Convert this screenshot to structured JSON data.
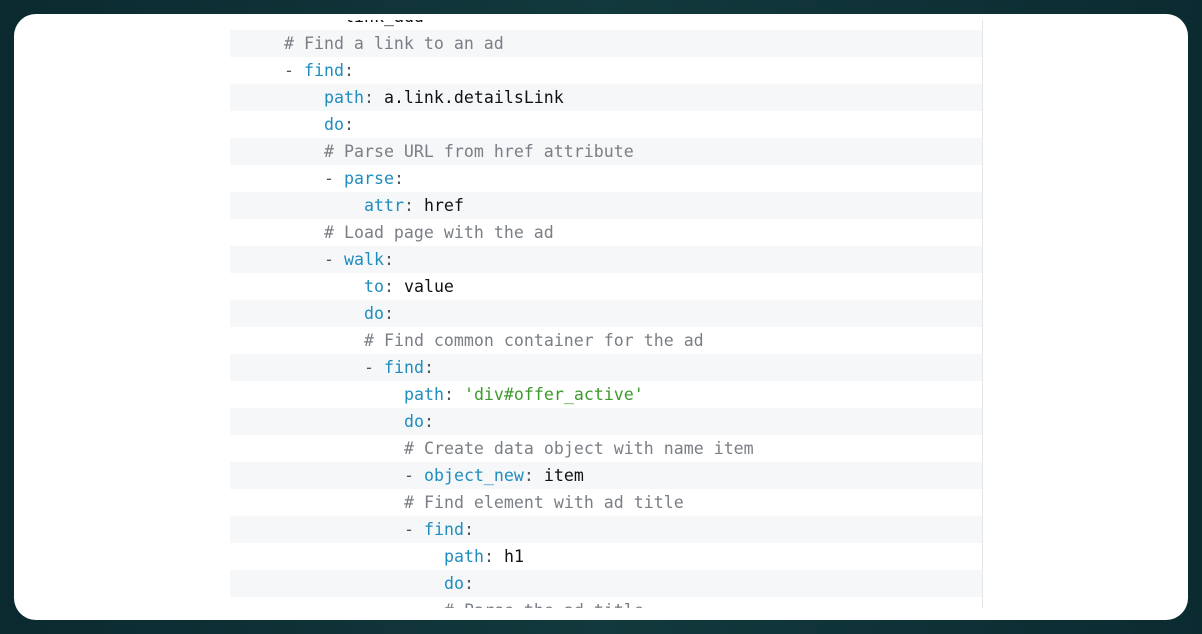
{
  "colors": {
    "key": "#1f8dbd",
    "comment": "#7a7f85",
    "string": "#3c9a2c",
    "value": "#111111",
    "background": "#0b2a30"
  },
  "code_lines": [
    {
      "indent": 6,
      "tokens": [
        [
          "val",
          "link_add"
        ]
      ]
    },
    {
      "indent": 0,
      "tokens": [
        [
          "comment",
          "# Find a link to an ad"
        ]
      ]
    },
    {
      "indent": 0,
      "tokens": [
        [
          "punct",
          "- "
        ],
        [
          "key",
          "find"
        ],
        [
          "punct",
          ":"
        ]
      ]
    },
    {
      "indent": 4,
      "tokens": [
        [
          "key",
          "path"
        ],
        [
          "punct",
          ": "
        ],
        [
          "val",
          "a.link.detailsLink"
        ]
      ]
    },
    {
      "indent": 4,
      "tokens": [
        [
          "key",
          "do"
        ],
        [
          "punct",
          ":"
        ]
      ]
    },
    {
      "indent": 4,
      "tokens": [
        [
          "comment",
          "# Parse URL from href attribute"
        ]
      ]
    },
    {
      "indent": 4,
      "tokens": [
        [
          "punct",
          "- "
        ],
        [
          "key",
          "parse"
        ],
        [
          "punct",
          ":"
        ]
      ]
    },
    {
      "indent": 8,
      "tokens": [
        [
          "key",
          "attr"
        ],
        [
          "punct",
          ": "
        ],
        [
          "val",
          "href"
        ]
      ]
    },
    {
      "indent": 4,
      "tokens": [
        [
          "comment",
          "# Load page with the ad"
        ]
      ]
    },
    {
      "indent": 4,
      "tokens": [
        [
          "punct",
          "- "
        ],
        [
          "key",
          "walk"
        ],
        [
          "punct",
          ":"
        ]
      ]
    },
    {
      "indent": 8,
      "tokens": [
        [
          "key",
          "to"
        ],
        [
          "punct",
          ": "
        ],
        [
          "val",
          "value"
        ]
      ]
    },
    {
      "indent": 8,
      "tokens": [
        [
          "key",
          "do"
        ],
        [
          "punct",
          ":"
        ]
      ]
    },
    {
      "indent": 8,
      "tokens": [
        [
          "comment",
          "# Find common container for the ad"
        ]
      ]
    },
    {
      "indent": 8,
      "tokens": [
        [
          "punct",
          "- "
        ],
        [
          "key",
          "find"
        ],
        [
          "punct",
          ":"
        ]
      ]
    },
    {
      "indent": 12,
      "tokens": [
        [
          "key",
          "path"
        ],
        [
          "punct",
          ": "
        ],
        [
          "str",
          "'div#offer_active'"
        ]
      ]
    },
    {
      "indent": 12,
      "tokens": [
        [
          "key",
          "do"
        ],
        [
          "punct",
          ":"
        ]
      ]
    },
    {
      "indent": 12,
      "tokens": [
        [
          "comment",
          "# Create data object with name item"
        ]
      ]
    },
    {
      "indent": 12,
      "tokens": [
        [
          "punct",
          "- "
        ],
        [
          "key",
          "object_new"
        ],
        [
          "punct",
          ": "
        ],
        [
          "val",
          "item"
        ]
      ]
    },
    {
      "indent": 12,
      "tokens": [
        [
          "comment",
          "# Find element with ad title"
        ]
      ]
    },
    {
      "indent": 12,
      "tokens": [
        [
          "punct",
          "- "
        ],
        [
          "key",
          "find"
        ],
        [
          "punct",
          ":"
        ]
      ]
    },
    {
      "indent": 16,
      "tokens": [
        [
          "key",
          "path"
        ],
        [
          "punct",
          ": "
        ],
        [
          "val",
          "h1"
        ]
      ]
    },
    {
      "indent": 16,
      "tokens": [
        [
          "key",
          "do"
        ],
        [
          "punct",
          ":"
        ]
      ]
    },
    {
      "indent": 16,
      "tokens": [
        [
          "comment",
          "# Parse the ad title"
        ]
      ]
    }
  ]
}
